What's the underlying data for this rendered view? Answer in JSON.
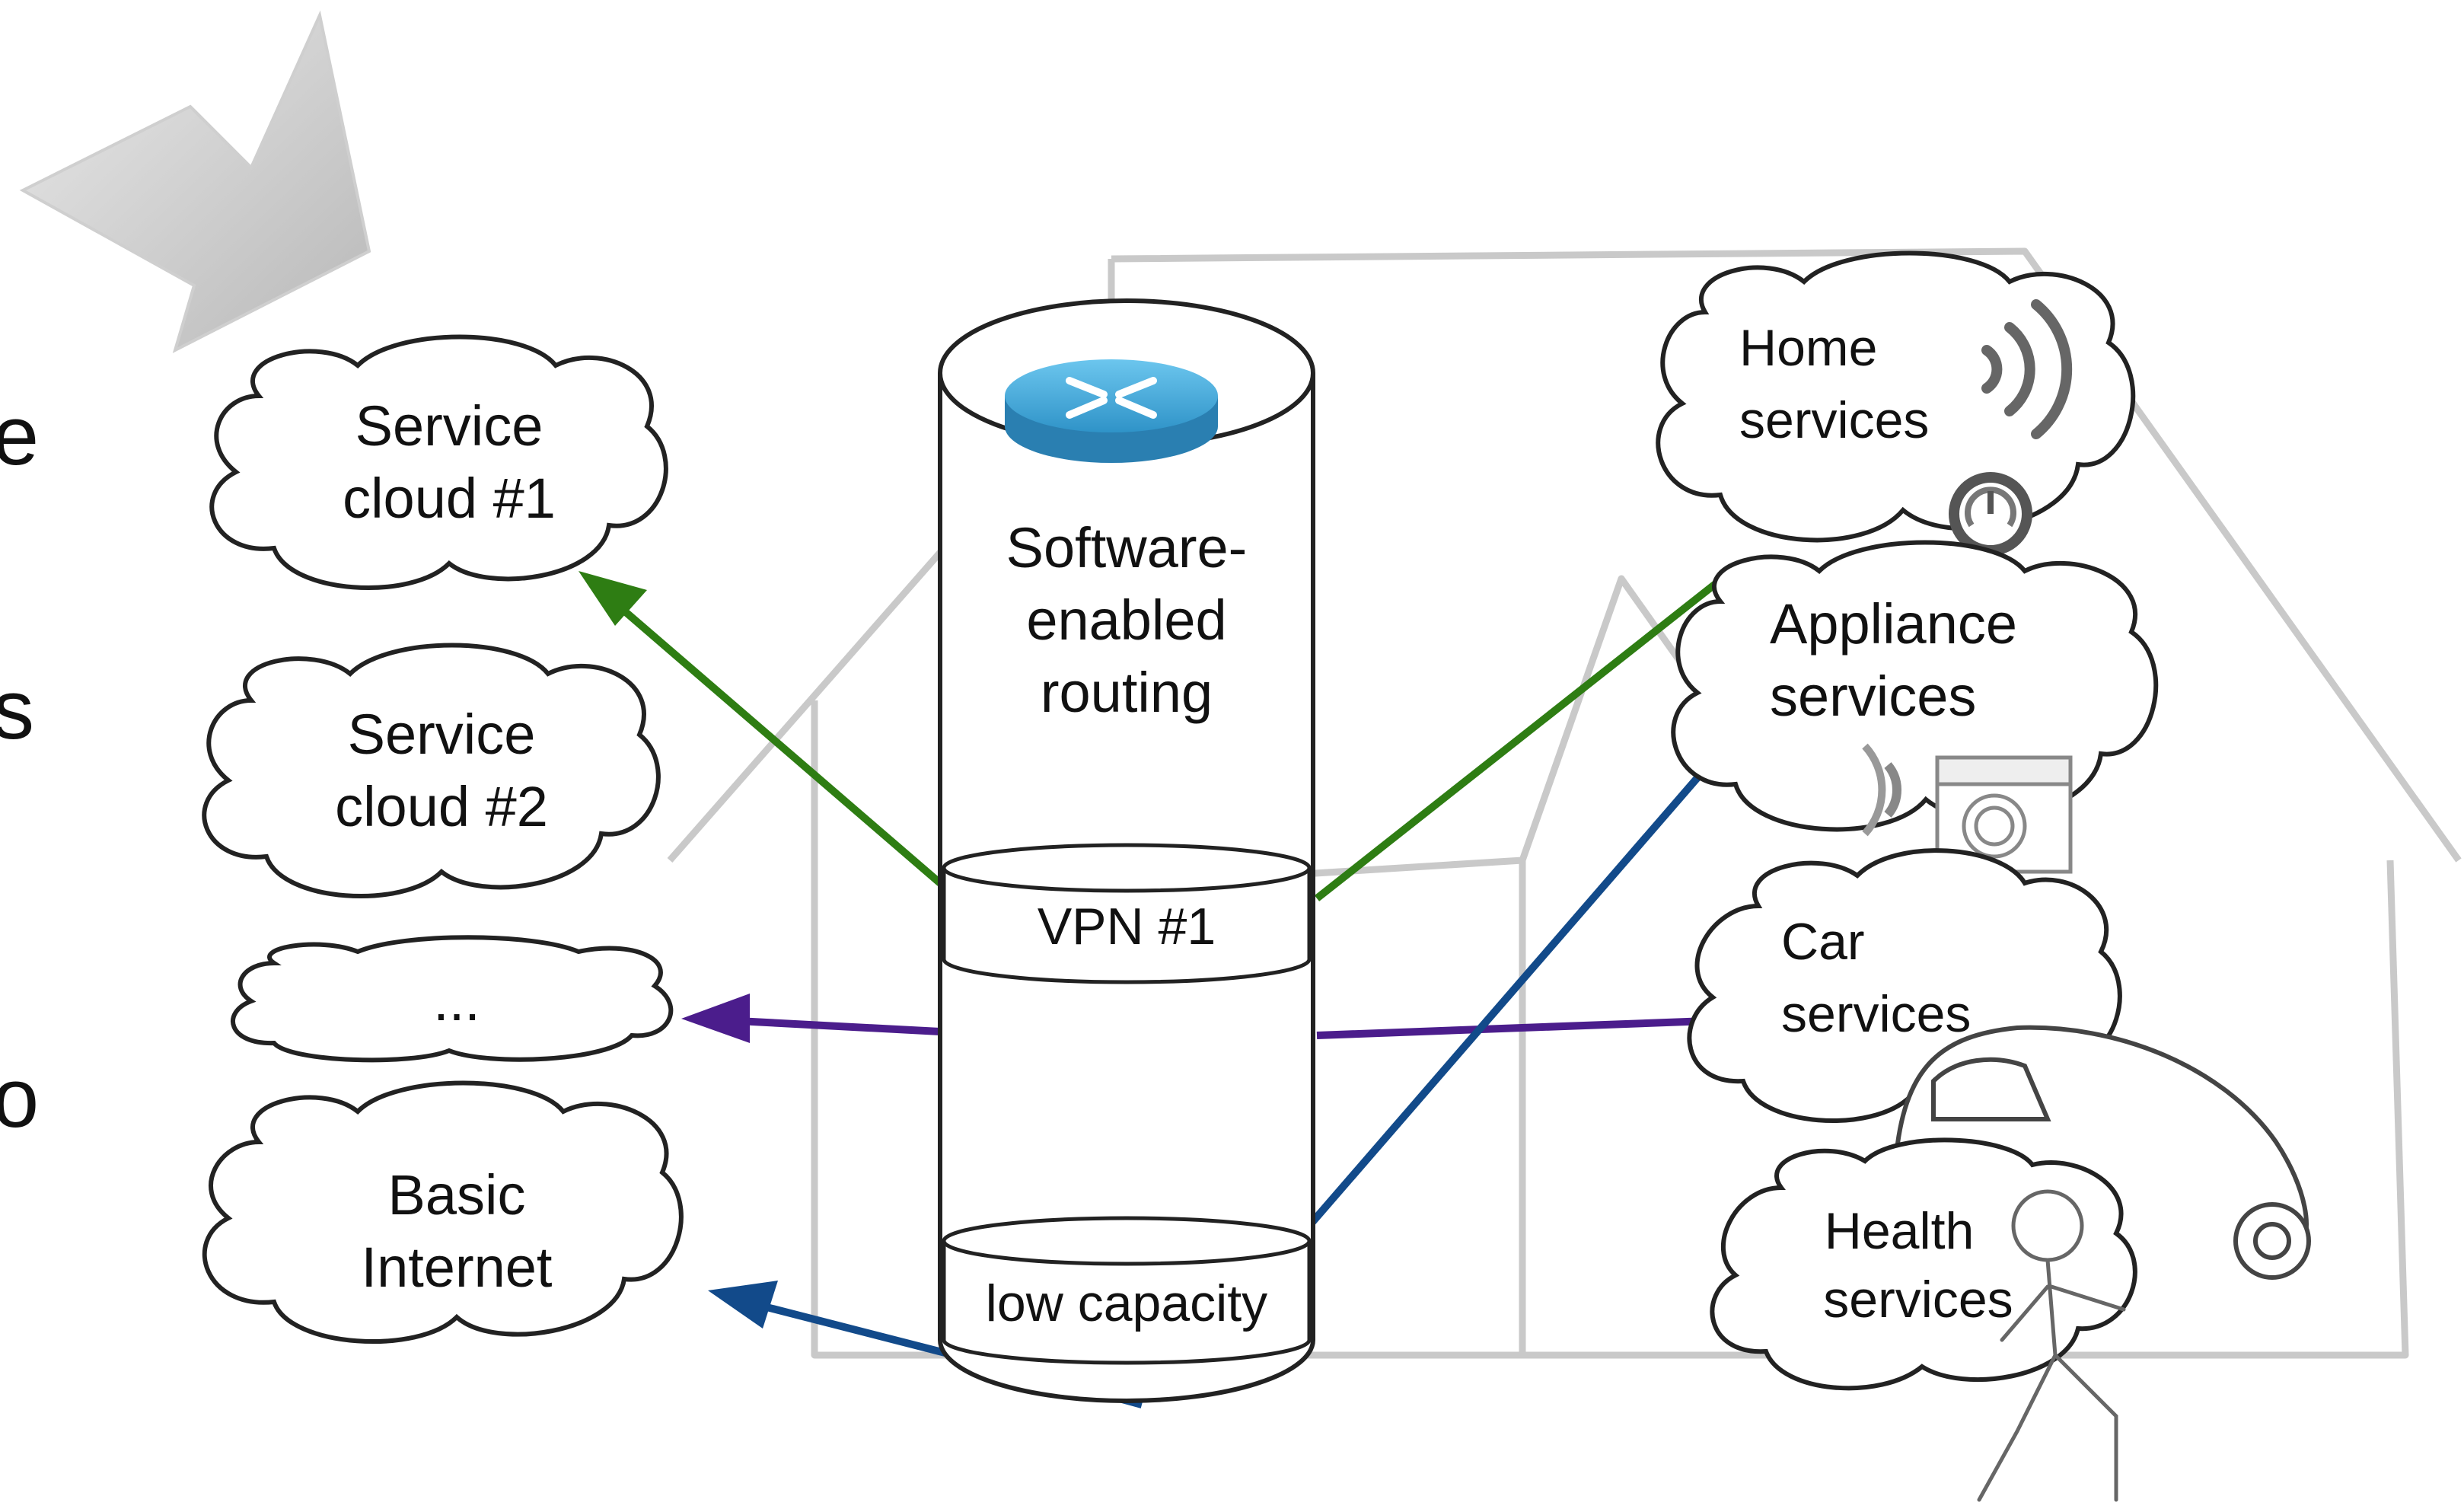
{
  "clouds_left": {
    "cloud1": [
      "Service",
      "cloud #1"
    ],
    "cloud2": [
      "Service",
      "cloud #2"
    ],
    "more": "...",
    "internet": [
      "Basic",
      "Internet"
    ]
  },
  "router": {
    "title": [
      "Software-",
      "enabled",
      "routing"
    ],
    "vpn": "VPN #1",
    "low": "low capacity"
  },
  "clouds_right": {
    "home": [
      "Home",
      "services"
    ],
    "appliance": [
      "Appliance",
      "services"
    ],
    "car": [
      "Car",
      "services"
    ],
    "health": [
      "Health",
      "services"
    ]
  },
  "edge_text": [
    "e",
    "s",
    "o"
  ],
  "colors": {
    "green": "#2e7d13",
    "purple": "#4b1d8c",
    "blue": "#124a8a",
    "router_blue": "#3ea6d8"
  },
  "icons": [
    "arrow-icon",
    "router-icon",
    "wifi-icon",
    "gauge-icon",
    "washing-machine-icon",
    "car-icon",
    "person-icon",
    "house-outline-icon"
  ]
}
